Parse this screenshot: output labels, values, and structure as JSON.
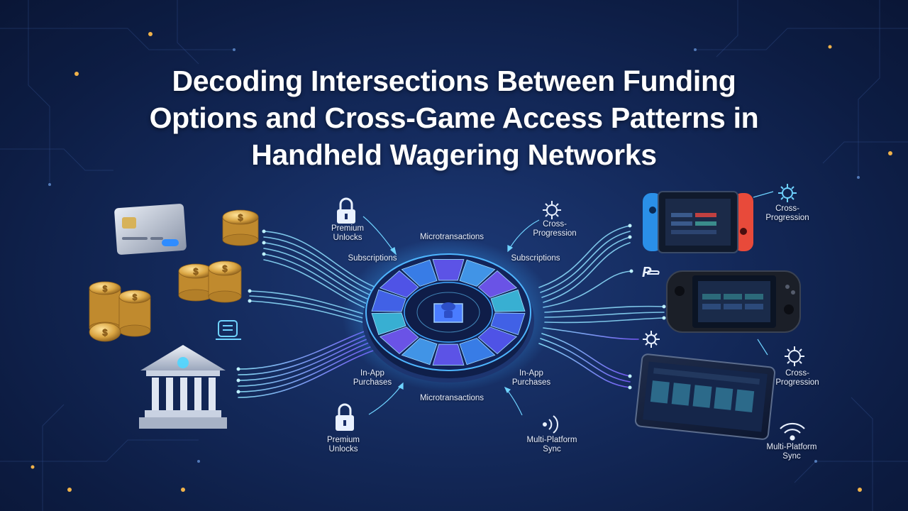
{
  "title_line1": "Decoding Intersections Between Funding",
  "title_line2": "Options and Cross-Game Access Patterns in",
  "title_line3": "Handheld Wagering Networks",
  "labels": {
    "premium_top": [
      "Premium",
      "Unlocks"
    ],
    "microtransactions_top": "Microtransactions",
    "subscriptions_left": "Subscriptions",
    "cross_progression_center": [
      "Cross-",
      "Progression"
    ],
    "subscriptions_right": "Subscriptions",
    "inapp_left": [
      "In-App",
      "Purchases"
    ],
    "inapp_right": [
      "In-App",
      "Purchases"
    ],
    "microtransactions_bottom": "Microtransactions",
    "premium_bottom": [
      "Premium",
      "Unlocks"
    ],
    "multiplatform_center": [
      "Multi-Platform",
      "Sync"
    ],
    "cross_progression_top_right": [
      "Cross-",
      "Progression"
    ],
    "cross_progression_mid_right": [
      "Cross-",
      "Progression"
    ],
    "multiplatform_right": [
      "Multi-Platform",
      "Sync"
    ]
  },
  "colors": {
    "background": "#142a5c",
    "accent_cyan": "#4fd6ff",
    "accent_purple": "#8a5cff",
    "gold": "#d9a441"
  },
  "icons": [
    "credit-card-icon",
    "coin-stack-icon",
    "bank-icon",
    "receipt-icon",
    "lock-icon",
    "gear-icon",
    "playstation-icon",
    "wifi-icon",
    "sync-icon"
  ]
}
